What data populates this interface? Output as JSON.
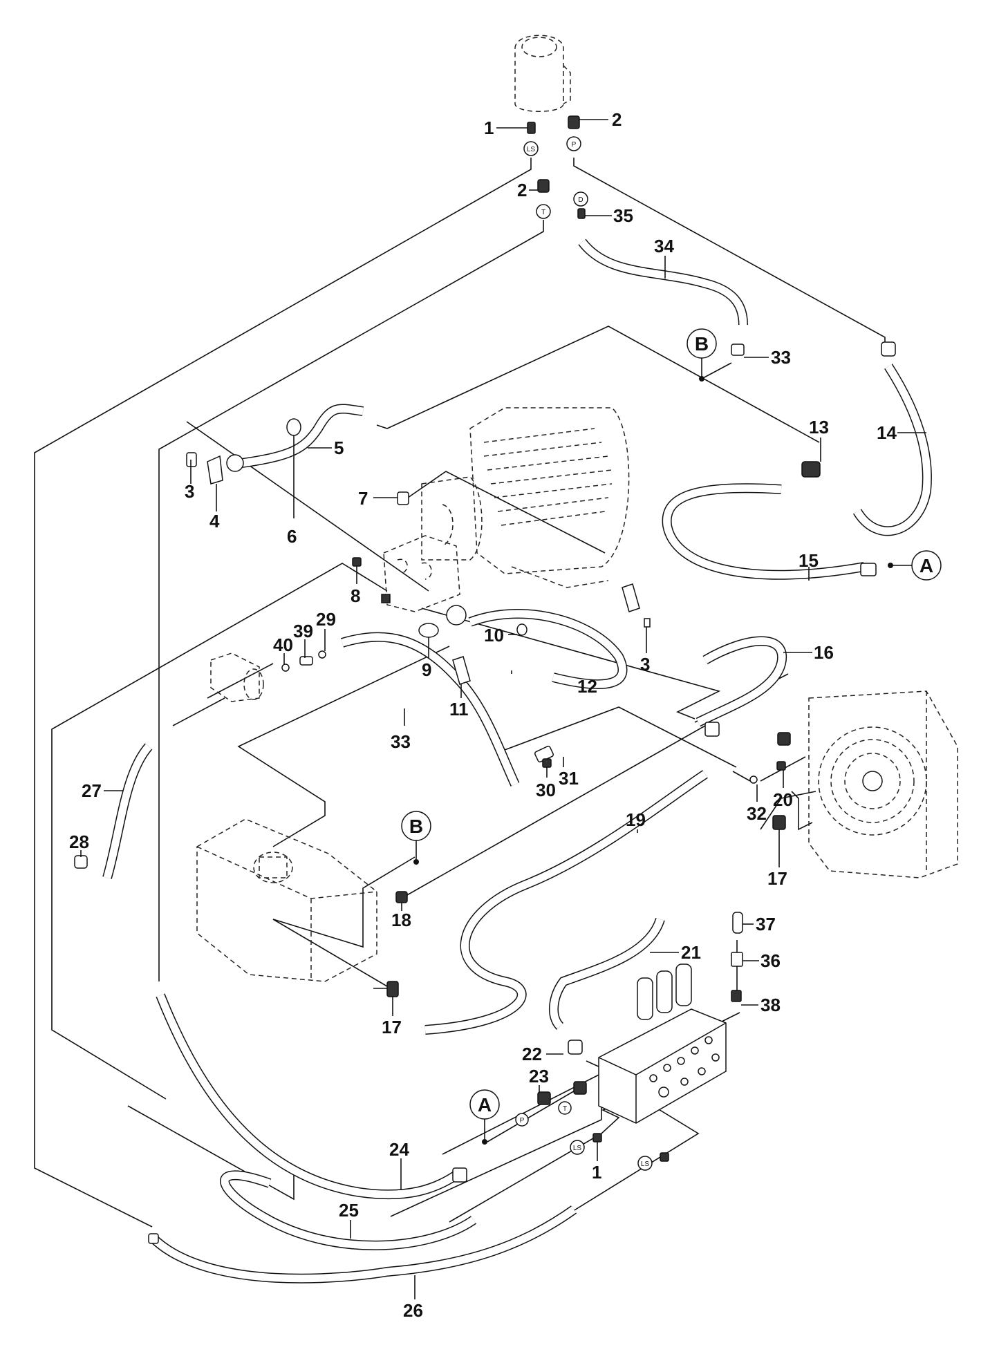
{
  "diagram": {
    "title": "Hydraulic system parts diagram",
    "callouts": [
      "1",
      "2",
      "2",
      "35",
      "34",
      "33",
      "13",
      "14",
      "5",
      "3",
      "4",
      "6",
      "7",
      "8",
      "15",
      "29",
      "39",
      "40",
      "10",
      "9",
      "3",
      "11",
      "12",
      "16",
      "33",
      "31",
      "30",
      "32",
      "20",
      "27",
      "28",
      "19",
      "18",
      "17",
      "17",
      "37",
      "21",
      "36",
      "38",
      "22",
      "23",
      "24",
      "1",
      "25",
      "26"
    ],
    "port_labels": {
      "ls": "LS",
      "p": "P",
      "t": "T",
      "d": "D"
    },
    "reference_markers": {
      "a": "A",
      "b": "B"
    },
    "components": [
      {
        "id": "tank-cylinder",
        "name": "Cylindrical tank"
      },
      {
        "id": "electric-motor",
        "name": "Electric motor with pump"
      },
      {
        "id": "oil-tank",
        "name": "Hydraulic oil tank"
      },
      {
        "id": "oil-cooler",
        "name": "Oil cooler with fan"
      },
      {
        "id": "valve-block",
        "name": "Solenoid valve block"
      },
      {
        "id": "small-motor",
        "name": "Auxiliary motor"
      }
    ]
  }
}
